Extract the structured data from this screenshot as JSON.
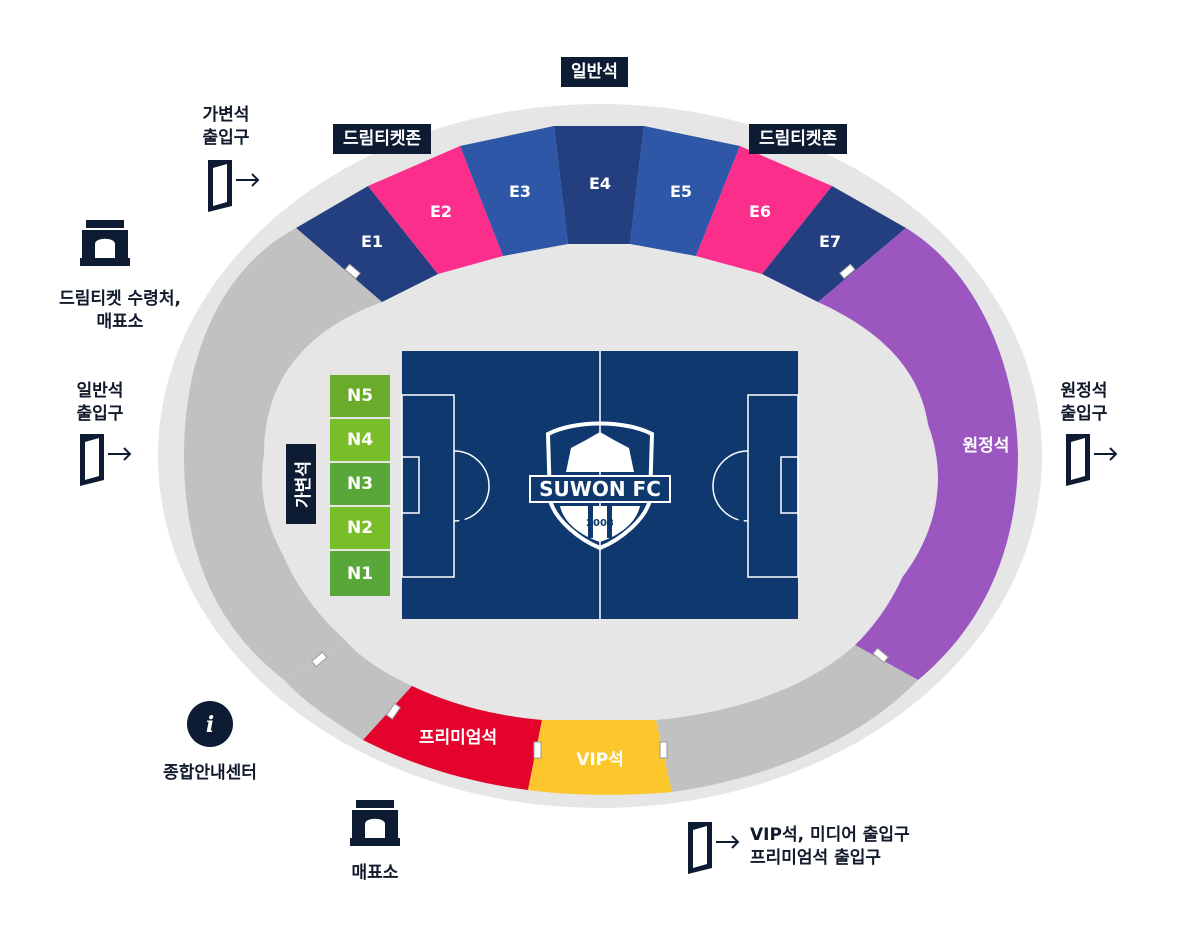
{
  "logo": {
    "name": "SUWON FC",
    "year": "2003"
  },
  "sections": {
    "E1": "E1",
    "E2": "E2",
    "E3": "E3",
    "E4": "E4",
    "E5": "E5",
    "E6": "E6",
    "E7": "E7",
    "N1": "N1",
    "N2": "N2",
    "N3": "N3",
    "N4": "N4",
    "N5": "N5",
    "away": "원정석",
    "premium": "프리미엄석",
    "vip": "VIP석"
  },
  "tags": {
    "general": "일반석",
    "dream_left": "드림티켓존",
    "dream_right": "드림티켓존",
    "variable": "가변석"
  },
  "labels": {
    "variable_entrance": [
      "가변석",
      "출입구"
    ],
    "dream_pickup": [
      "드림티켓 수령처,",
      "매표소"
    ],
    "general_entrance": [
      "일반석",
      "출입구"
    ],
    "away_entrance": [
      "원정석",
      "출입구"
    ],
    "info_center": "종합안내센터",
    "ticket_office": "매표소",
    "vip_entrance": [
      "VIP석, 미디어 출입구",
      "프리미엄석 출입구"
    ]
  },
  "icons": [
    "door-exit-icon",
    "ticket-booth-icon",
    "info-icon"
  ],
  "colors": {
    "navy_dark": "#233f80",
    "navy_mid": "#2e57a8",
    "pink": "#fb2f8b",
    "purple": "#9b56c0",
    "gray": "#c1c1c1",
    "green": "#6aab2b",
    "red": "#e3032c",
    "yellow": "#fcc62d",
    "pitch": "#0e386e",
    "tag": "#0d1c33"
  }
}
